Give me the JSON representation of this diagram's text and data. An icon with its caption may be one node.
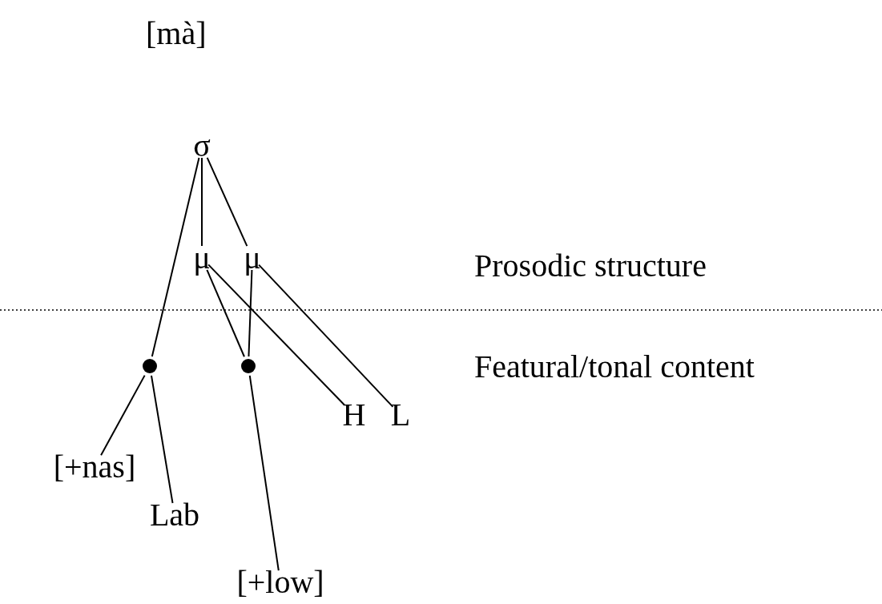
{
  "diagram": {
    "nodes": [
      {
        "text": [
          "σ"
        ]
      },
      {
        "text": [
          "μ"
        ]
      },
      {
        "text": [
          "μ"
        ]
      },
      {
        "text": [],
        "shape": "circle"
      },
      {
        "text": [],
        "shape": "circle"
      },
      {
        "text": [
          "H"
        ]
      },
      {
        "text": [
          "L"
        ]
      },
      {
        "text": [
          "[+nas]"
        ]
      },
      {
        "text": [
          "Lab"
        ]
      },
      {
        "text": [
          "[+low]"
        ]
      }
    ],
    "edges": [
      {
        "from": 0,
        "to": 3,
        "arrow": "none"
      },
      {
        "from": 0,
        "to": 1,
        "arrow": "none"
      },
      {
        "from": 0,
        "to": 2,
        "arrow": "none"
      },
      {
        "from": 1,
        "to": 4,
        "arrow": "none"
      },
      {
        "from": 1,
        "to": 5,
        "arrow": "none"
      },
      {
        "from": 2,
        "to": 4,
        "arrow": "none"
      },
      {
        "from": 2,
        "to": 6,
        "arrow": "none"
      },
      {
        "from": 3,
        "to": 7,
        "arrow": "none"
      },
      {
        "from": 3,
        "to": 8,
        "arrow": "none"
      },
      {
        "from": 4,
        "to": 9,
        "arrow": "none"
      }
    ],
    "labels": [
      "[mà]",
      "Prosodic structure",
      "Featural/tonal content"
    ]
  }
}
